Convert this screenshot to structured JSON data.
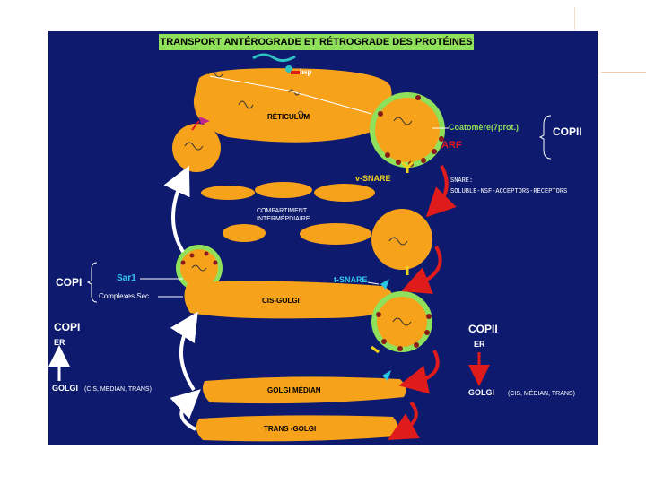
{
  "slide": {
    "title": "TRANSPORT ANTÉROGRADE ET RÉTROGRADE DES PROTÉINES"
  },
  "labels": {
    "reticulum": "RÉTICULUM",
    "hsp": "hsp",
    "coatomere": "Coatomère(7prot.)",
    "copii_top": "COPII",
    "arf": "ARF",
    "v_snare": "v-SNARE",
    "snare_line1": "SNARE:",
    "snare_line2": "SOLUBLE-NSF-ACCEPTORS-RECEPTORS",
    "compartiment_line1": "COMPARTIMENT",
    "compartiment_line2": "INTERMÉPDIAIRE",
    "copi_left": "COPI",
    "sar1": "Sar1",
    "complexes_sec": "Complexes Sec",
    "t_snare": "t-SNARE",
    "cis_golgi": "CIS-GOLGI",
    "golgi_median": "GOLGI MÉDIAN",
    "trans_golgi": "TRANS -GOLGI",
    "copi_bottom": "COPI",
    "er_left": "ER",
    "golgi_left": "GOLGI",
    "golgi_left_sub": "(CIS, MEDIAN, TRANS)",
    "copii_bottom": "COPII",
    "er_right": "ER",
    "golgi_right": "GOLGI",
    "golgi_right_sub": "(CIS, MÉDIAN, TRANS)"
  },
  "colors": {
    "background": "#0d1a6e",
    "organelle": "#f7a21b",
    "title_bar": "#8fe05a",
    "coat_green": "#8fe05a",
    "coat_dots": "#8b1a1a",
    "anterograde_arrow": "#e01b1b",
    "retrograde_arrow": "#ffffff",
    "snare_yellow": "#f2d21b",
    "t_snare_cyan": "#29c6e0",
    "label_cyan": "#34c7f0",
    "label_red": "#e01b1b",
    "label_yellow": "#f2d21b"
  }
}
